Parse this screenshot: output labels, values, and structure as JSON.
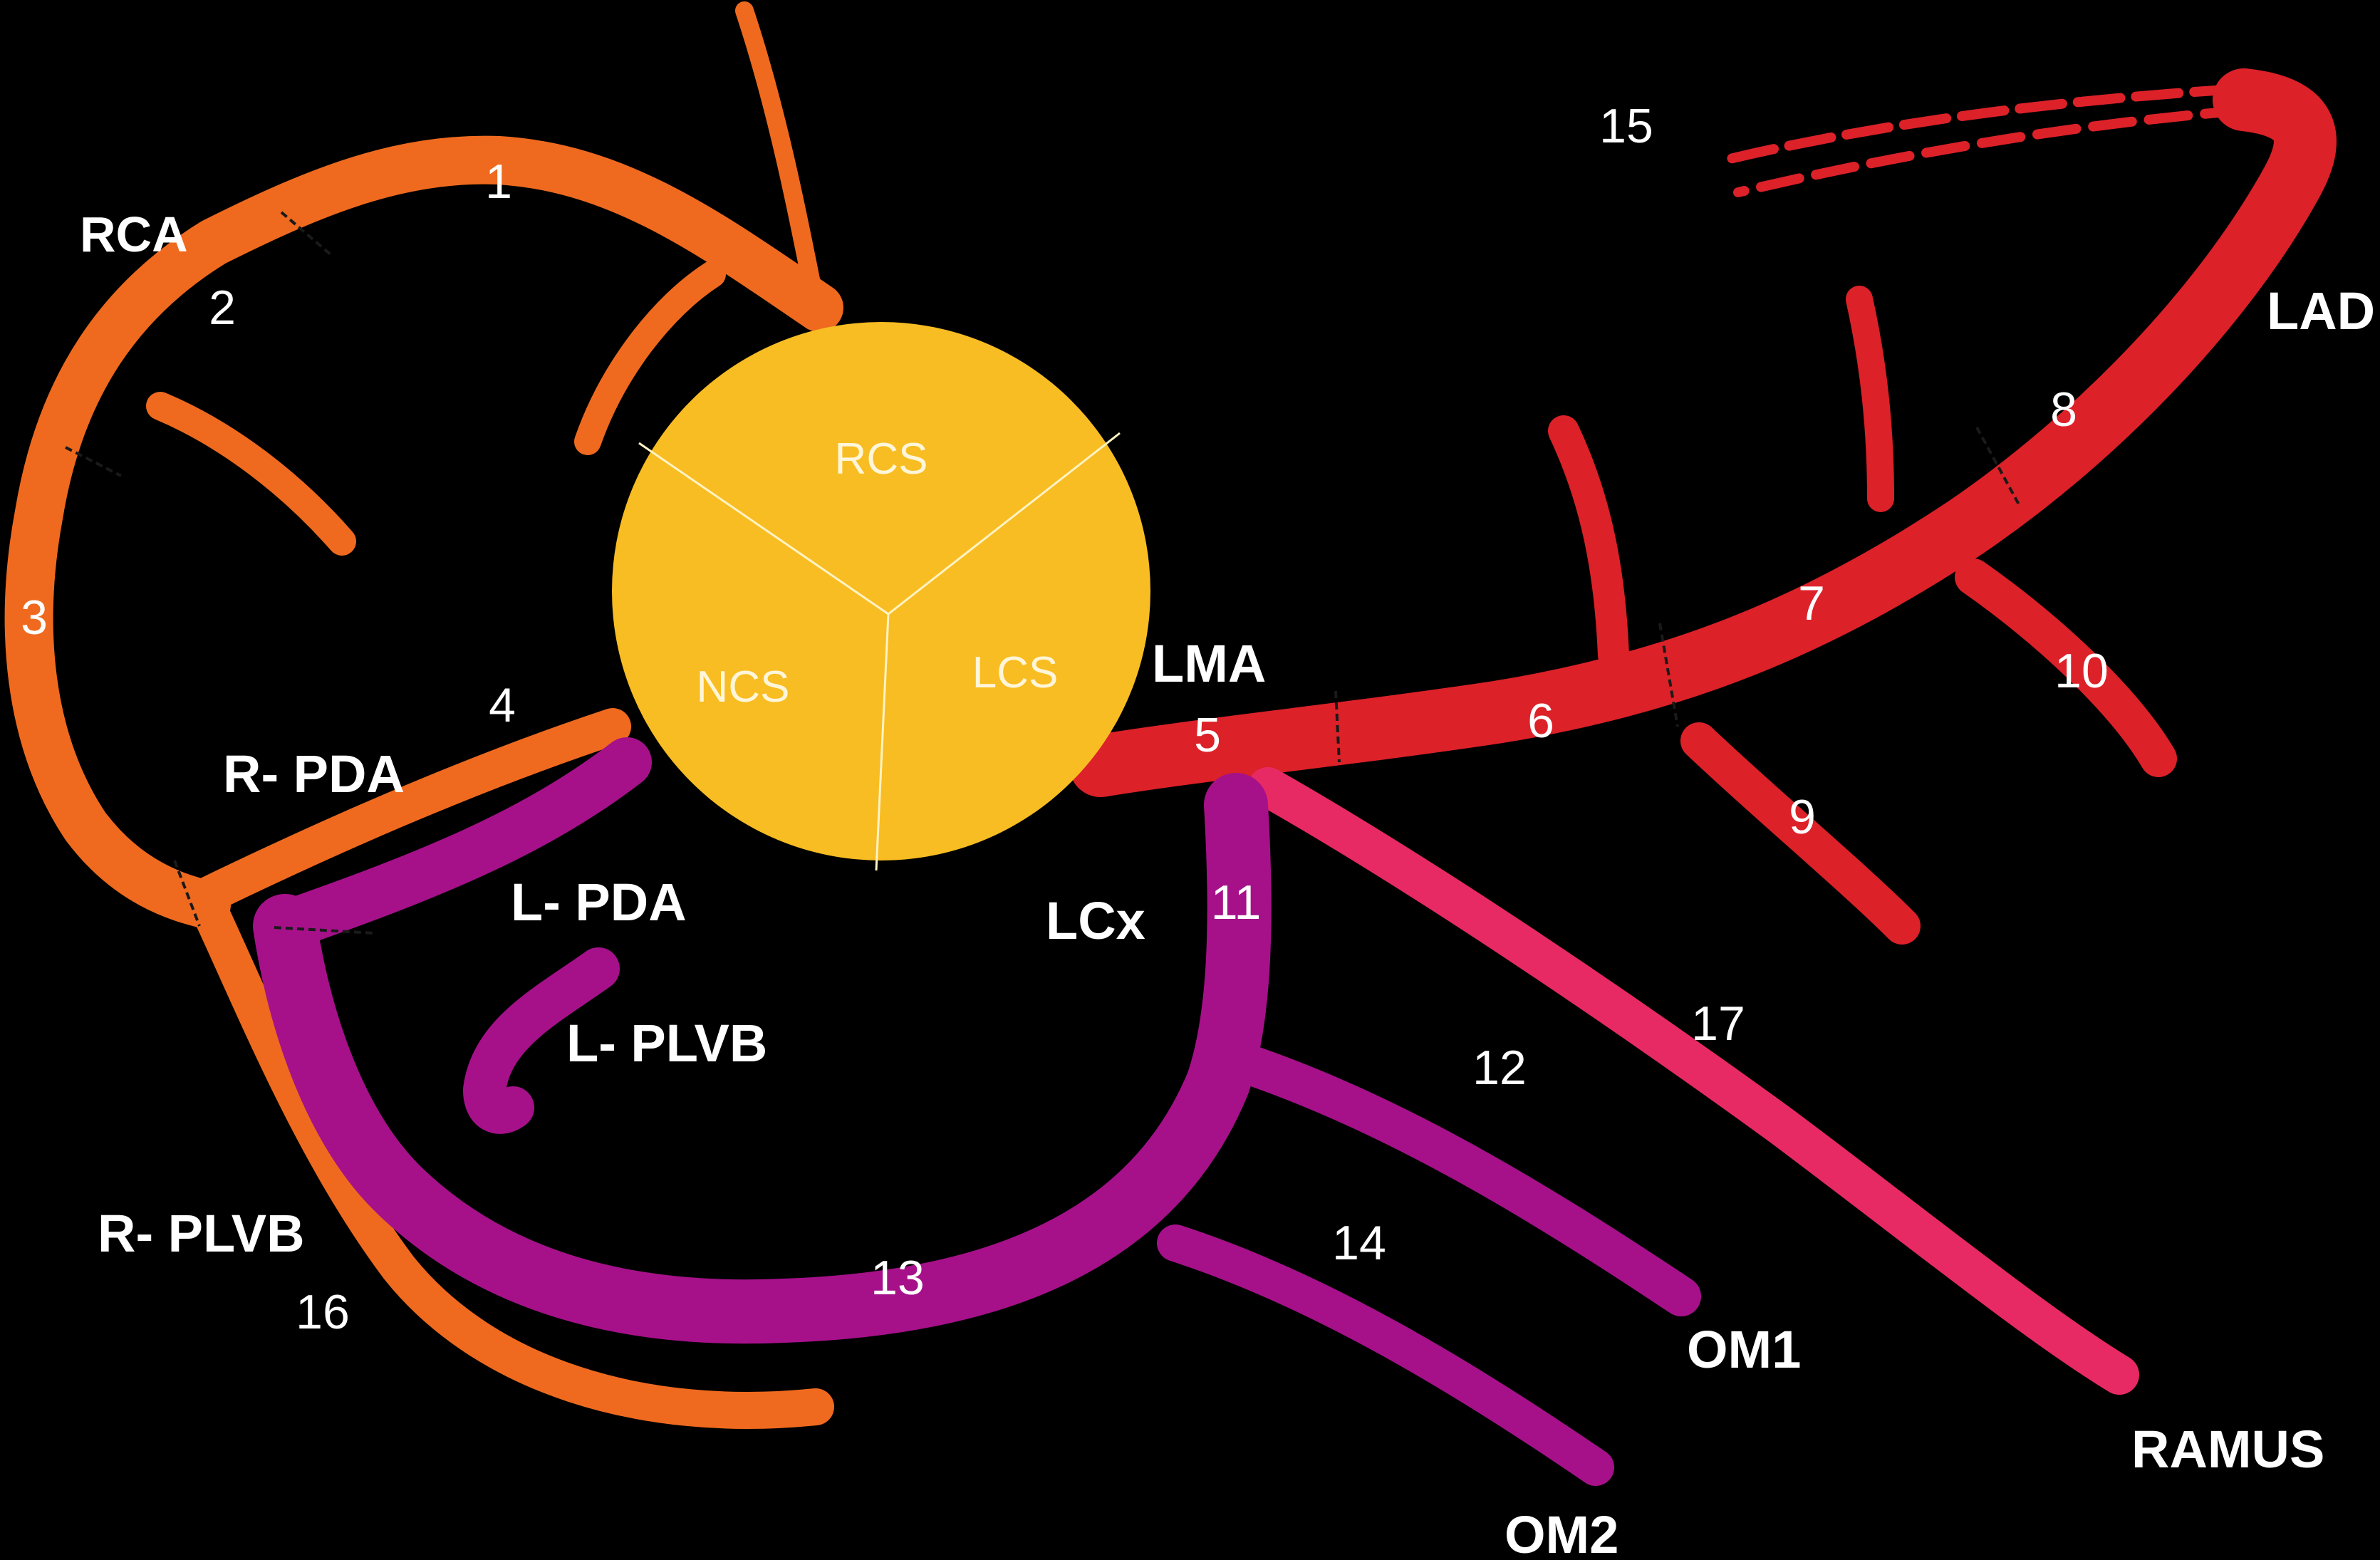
{
  "colors": {
    "background": "#000000",
    "rca": "#ef6a1f",
    "lad": "#dc2128",
    "lcx": "#a6118a",
    "ramus": "#e82a64",
    "aortic_root": "#f8bd22",
    "segment_divider": "#1a1a1a",
    "cusp_divider": "#fff3c4"
  },
  "aortic_root": {
    "cusps": [
      "RCS",
      "NCS",
      "LCS"
    ]
  },
  "vessels": {
    "rca": "RCA",
    "lma": "LMA",
    "lad": "LAD",
    "lcx": "LCx",
    "r_pda": "R- PDA",
    "l_pda": "L- PDA",
    "l_plvb": "L- PLVB",
    "r_plvb": "R- PLVB",
    "om1": "OM1",
    "om2": "OM2",
    "ramus": "RAMUS"
  },
  "segments": [
    "1",
    "2",
    "3",
    "4",
    "5",
    "6",
    "7",
    "8",
    "9",
    "10",
    "11",
    "12",
    "13",
    "14",
    "15",
    "16",
    "17"
  ]
}
